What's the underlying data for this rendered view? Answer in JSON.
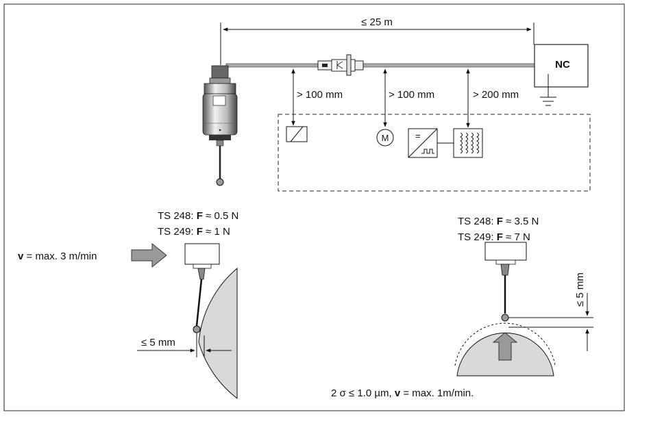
{
  "cable_length": "≤ 25 m",
  "nc_label": "NC",
  "distances": {
    "d1": "> 100 mm",
    "d2": "> 100 mm",
    "d3": "> 200 mm"
  },
  "left_force": {
    "line1_prefix": "TS 248: ",
    "line1_bold": "F",
    "line1_suffix": " ≈ 0.5 N",
    "line2_prefix": "TS 249: ",
    "line2_bold": "F",
    "line2_suffix": " ≈ 1 N"
  },
  "right_force": {
    "line1_prefix": "TS 248: ",
    "line1_bold": "F",
    "line1_suffix": " ≈ 3.5 N",
    "line2_prefix": "TS 249: ",
    "line2_bold": "F",
    "line2_suffix": " ≈ 7 N"
  },
  "left_speed": {
    "bold": "v",
    "text": " = max. 3  m/min"
  },
  "left_deflection": "≤ 5 mm",
  "right_deflection": "≤ 5 mm",
  "motor_label": "M",
  "converter_symbol": "=",
  "bottom_note": {
    "prefix": "2 σ ≤ 1.0 µm, ",
    "bold": "v",
    "suffix": " = max. 1m/min."
  }
}
